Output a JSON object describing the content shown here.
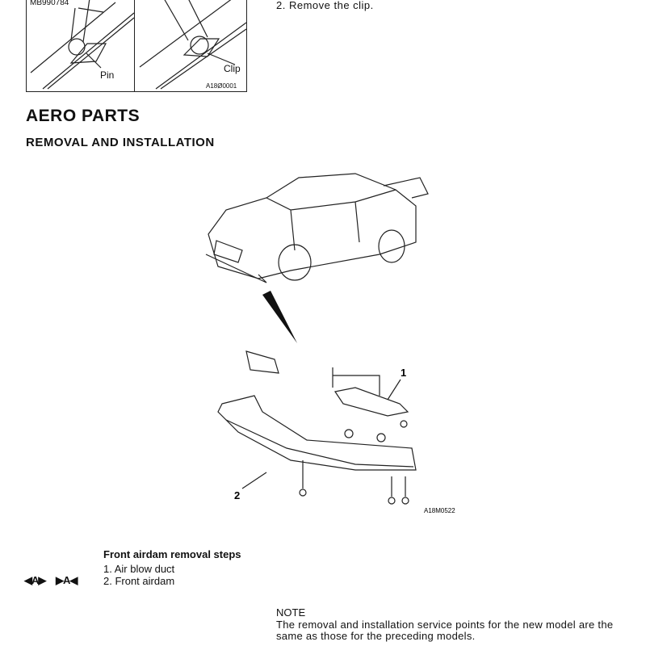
{
  "top_figure": {
    "tool_label": "MB990784",
    "pin_label": "Pin",
    "clip_label": "Clip",
    "figure_code": "A18Ø0001"
  },
  "top_step": "2.  Remove the clip.",
  "section_title": "AERO PARTS",
  "subsection_title": "REMOVAL AND INSTALLATION",
  "main_figure": {
    "callout_1": "1",
    "callout_2": "2",
    "figure_code": "A18M0522"
  },
  "removal_steps": {
    "title": "Front airdam removal steps",
    "items": [
      "1. Air blow duct",
      "2. Front airdam"
    ],
    "markers": [
      "◀A▶",
      "▶A◀"
    ]
  },
  "note": {
    "heading": "NOTE",
    "body": "The removal and installation service points for the new model are the same as those for the preceding models."
  }
}
